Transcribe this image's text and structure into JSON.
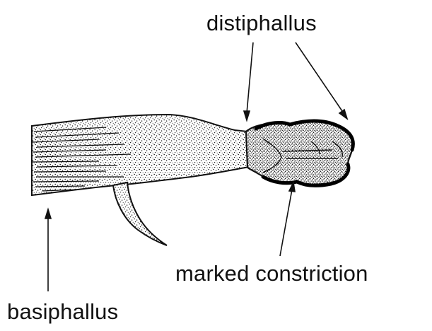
{
  "labels": {
    "distiphallus": "distiphallus",
    "marked_constriction": "marked constriction",
    "basiphallus": "basiphallus"
  },
  "colors": {
    "ink": "#111111",
    "background": "#ffffff"
  }
}
